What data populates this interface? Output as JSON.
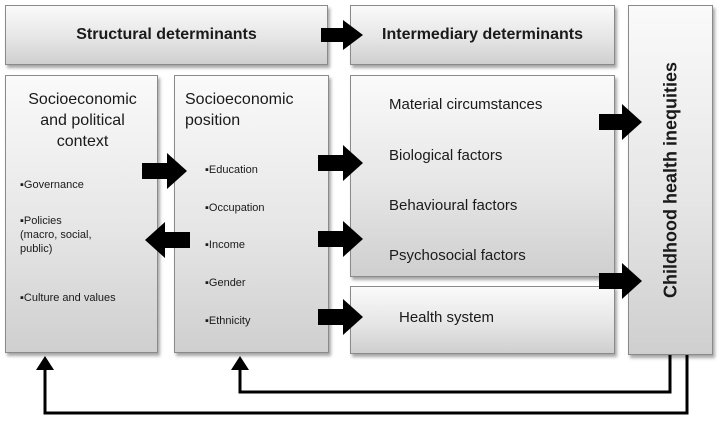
{
  "headers": {
    "structural": "Structural determinants",
    "intermediary": "Intermediary determinants"
  },
  "context": {
    "title": "Socioeconomic\nand political\ncontext",
    "items": [
      "▪Governance",
      "▪Policies\n(macro, social,\npublic)",
      "▪Culture and values"
    ]
  },
  "position": {
    "title": "Socioeconomic\nposition",
    "items": [
      "▪Education",
      "▪Occupation",
      "▪Income",
      "▪Gender",
      "▪Ethnicity"
    ]
  },
  "factors": [
    "Material circumstances",
    "Biological factors",
    "Behavioural factors",
    "Psychosocial factors"
  ],
  "health_system": "Health system",
  "outcome": "Childhood health inequities",
  "colors": {
    "arrow": "#000000",
    "border": "#8a8a8a",
    "box_top": "#fafafa",
    "box_bottom": "#cfcfcf"
  }
}
